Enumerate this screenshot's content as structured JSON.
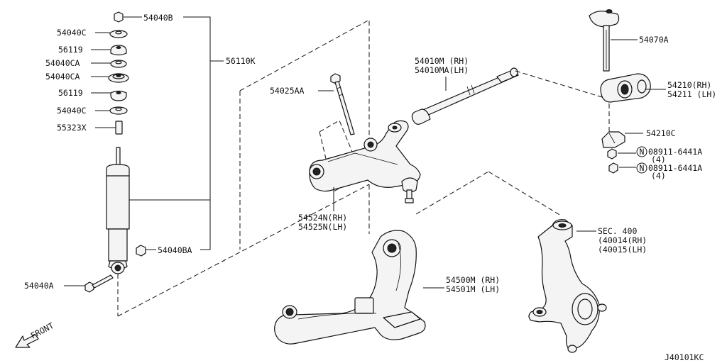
{
  "diagram_id": "J40101KC",
  "front_label": "FRONT",
  "labels": {
    "p54040b": "54040B",
    "p54040c_1": "54040C",
    "p56119_1": "56119",
    "p54040ca_1": "54040CA",
    "p54040ca_2": "54040CA",
    "p56119_2": "56119",
    "p54040c_2": "54040C",
    "p55323x": "55323X",
    "p56110k": "56110K",
    "p54040ba": "54040BA",
    "p54040a": "54040A",
    "p54025aa": "54025AA",
    "p54010m": "54010M (RH)",
    "p54010ma": "54010MA(LH)",
    "p54070a": "54070A",
    "p54210": "54210(RH)",
    "p54211": "54211 (LH)",
    "p54210c": "54210C",
    "p08911_1": "08911-6441A",
    "p08911_1q": "(4)",
    "p08911_2": "08911-6441A",
    "p08911_2q": "(4)",
    "p54524n": "54524N(RH)",
    "p54525n": "54525N(LH)",
    "p54500m": "54500M (RH)",
    "p54501m": "54501M (LH)",
    "sec400": "SEC. 400",
    "p40014": "(40014(RH)",
    "p40015": "(40015(LH)",
    "n_badge": "N"
  }
}
